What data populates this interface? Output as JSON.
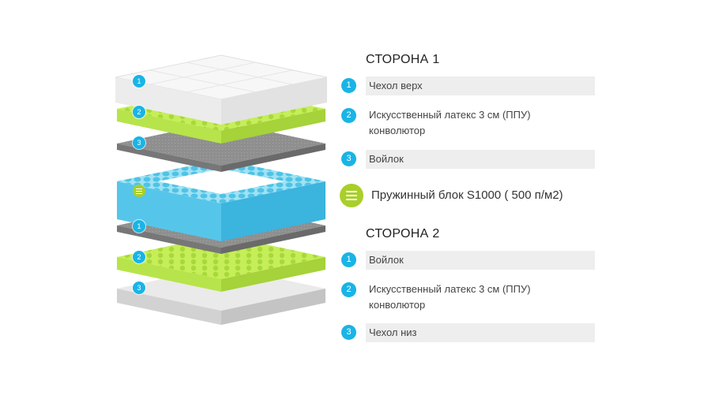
{
  "side1": {
    "title": "СТОРОНА 1",
    "items": [
      {
        "num": "1",
        "label": "Чехол верх"
      },
      {
        "num": "2",
        "label": "Искусственный латекс 3 см (ППУ)",
        "label2": "конволютор"
      },
      {
        "num": "3",
        "label": "Войлок"
      }
    ]
  },
  "core": {
    "label": "Пружинный блок S1000 ( 500 п/м2)",
    "icon": "layers-icon"
  },
  "side2": {
    "title": "СТОРОНА 2",
    "items": [
      {
        "num": "1",
        "label": "Войлок"
      },
      {
        "num": "2",
        "label": "Искусственный латекс 3 см (ППУ)",
        "label2": "конволютор"
      },
      {
        "num": "3",
        "label": "Чехол низ"
      }
    ]
  },
  "colors": {
    "badge": "#19b4e6",
    "core_badge": "#a9cf2a",
    "latex": "#c5ee58",
    "felt": "#8d8d8d",
    "springs": "#6fd3ee",
    "row_bg": "#eeeeee"
  }
}
